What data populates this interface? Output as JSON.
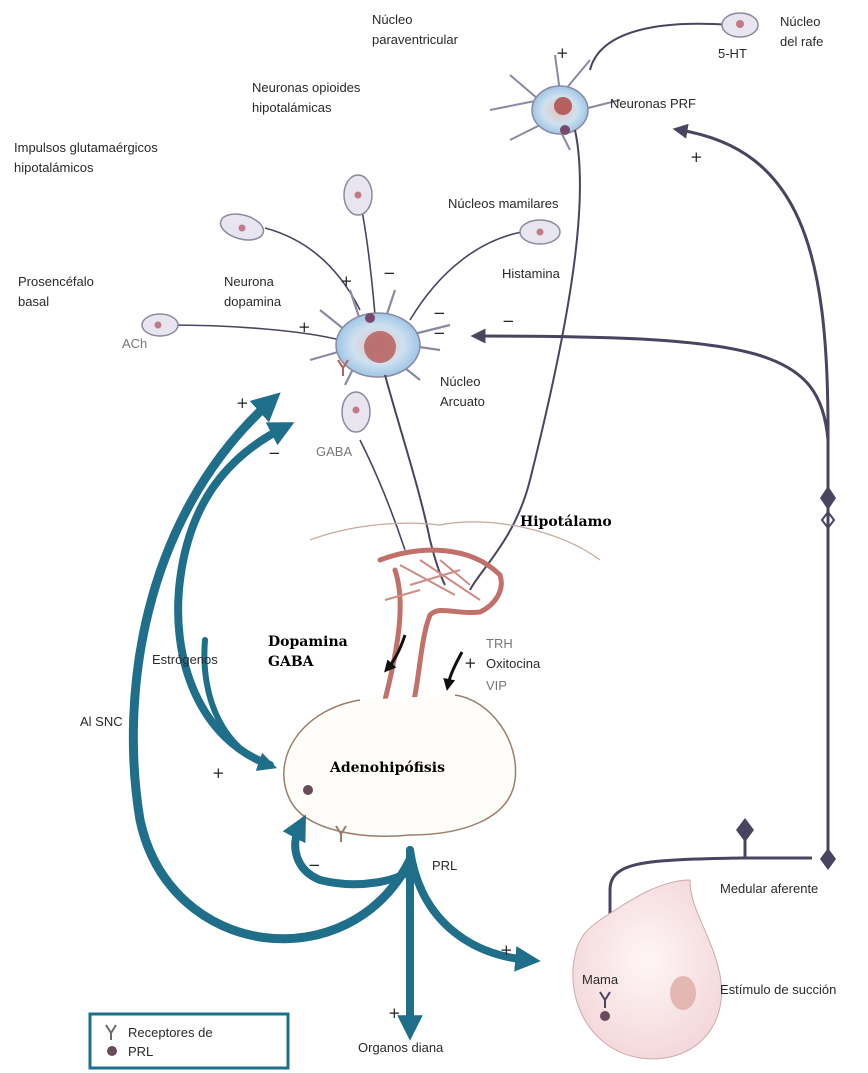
{
  "labels": {
    "nucleo_paraventricular": [
      "Núcleo",
      "paraventricular"
    ],
    "nucleo_rafe": [
      "Núcleo",
      "del rafe"
    ],
    "serotonin": "5-HT",
    "neuronas_prf": "Neuronas PRF",
    "opioides": [
      "Neuronas opioides",
      "hipotalámicas"
    ],
    "glutamatergicos": [
      "Impulsos glutamaérgicos",
      "hipotalámicos"
    ],
    "mamilares": "Núcleos mamilares",
    "histamina": "Histamina",
    "prosencefalo": [
      "Prosencéfalo",
      "basal"
    ],
    "neurona_dopamina": [
      "Neurona",
      "dopamina"
    ],
    "ach": "ACh",
    "nucleo_arcuato": [
      "Núcleo",
      "Arcuato"
    ],
    "gaba": "GABA",
    "hipotalamo": "Hipotálamo",
    "dopamina_gaba": [
      "Dopamina",
      "GABA"
    ],
    "trh": "TRH",
    "oxitocina": "Oxitocina",
    "vip": "VIP",
    "estrogenos": "Estrógenos",
    "al_snc": "Al SNC",
    "adenohipofisis": "Adenohipófisis",
    "prl": "PRL",
    "medular_aferente": "Medular aferente",
    "mama": "Mama",
    "estimulo": "Estímulo de succión",
    "organos_diana": "Organos diana",
    "legend": [
      "Receptores de",
      "PRL"
    ]
  },
  "signs": {
    "plus": "+",
    "minus": "−"
  },
  "colors": {
    "arrow_teal": "#1f6f8b",
    "neuron_fill": "#bfd9ee",
    "neuron_stroke": "#8a8aa0",
    "soma_red": "#b5605f",
    "portal_red": "#c2716a",
    "nerve": "#4a4460",
    "gland_stroke": "#9a7e6a",
    "breast_fill": "#fbe9ea"
  }
}
